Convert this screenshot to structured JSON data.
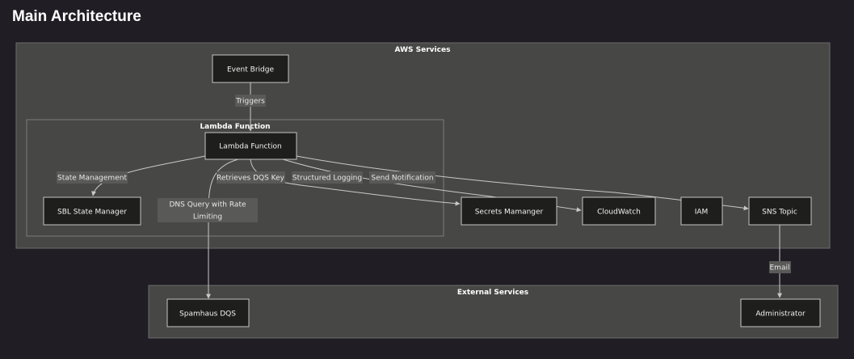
{
  "page": {
    "title": "Main Architecture"
  },
  "clusters": {
    "aws": "AWS Services",
    "lambda": "Lambda Function",
    "external": "External Services"
  },
  "nodes": {
    "event_bridge": "Event Bridge",
    "lambda_function": "Lambda Function",
    "sbl_state_manager": "SBL State Manager",
    "secrets_manager": "Secrets Mamanger",
    "cloudwatch": "CloudWatch",
    "iam": "IAM",
    "sns_topic": "SNS Topic",
    "spamhaus_dqs": "Spamhaus DQS",
    "administrator": "Administrator"
  },
  "edges": {
    "triggers": "Triggers",
    "state_management": "State Management",
    "retrieves_dqs_key": "Retrieves DQS Key",
    "structured_logging": "Structured Logging",
    "send_notification": "Send Notification",
    "dns_query_line1": "DNS Query with Rate",
    "dns_query_line2": "Limiting",
    "email": "Email"
  }
}
